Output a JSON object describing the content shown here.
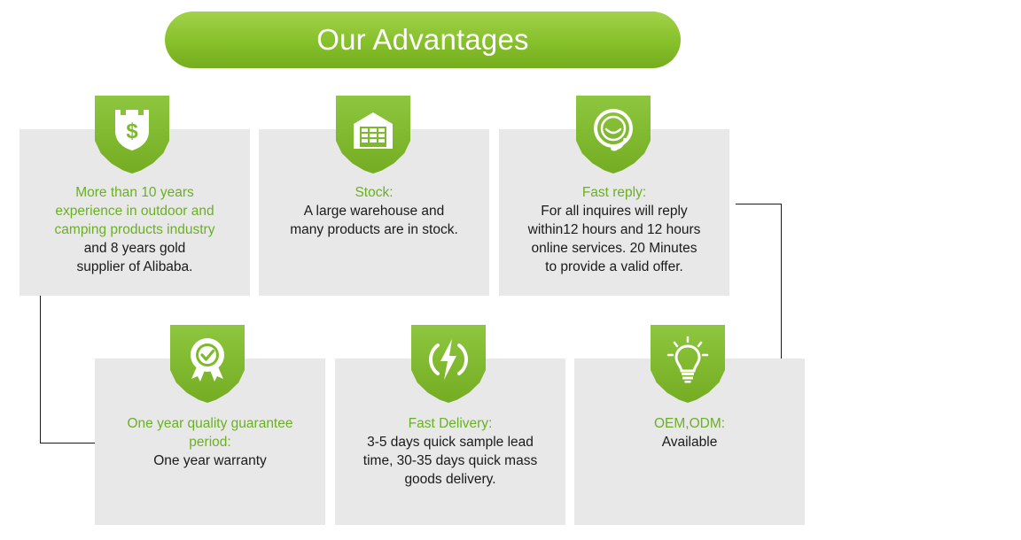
{
  "banner": {
    "title": "Our Advantages"
  },
  "cards": [
    {
      "icon": "shield-dollar-icon",
      "title_lines": [
        "More than 10 years",
        "experience in outdoor and",
        "camping products industry"
      ],
      "body_lines": [
        "and 8 years gold",
        "supplier of Alibaba."
      ]
    },
    {
      "icon": "warehouse-icon",
      "title_lines": [
        "Stock:"
      ],
      "body_lines": [
        "A large warehouse and",
        "many products are in stock."
      ]
    },
    {
      "icon": "headset-icon",
      "title_lines": [
        "Fast reply:"
      ],
      "body_lines": [
        "For all  inquires will reply",
        "within12 hours and 12 hours",
        "online services. 20 Minutes",
        "to provide a valid offer."
      ]
    },
    {
      "icon": "quality-medal-icon",
      "title_lines": [
        "One year quality guarantee",
        "period:"
      ],
      "body_lines": [
        "One year warranty"
      ]
    },
    {
      "icon": "lightning-bolt-icon",
      "title_lines": [
        "Fast Delivery:"
      ],
      "body_lines": [
        "3-5 days quick sample lead",
        "time, 30-35 days quick mass",
        "goods delivery."
      ]
    },
    {
      "icon": "lightbulb-icon",
      "title_lines": [
        "OEM,ODM:"
      ],
      "body_lines": [
        "Available"
      ]
    }
  ],
  "colors": {
    "accent_green": "#7dba2a",
    "title_green": "#6ab023",
    "card_gray": "#e8e8e8",
    "text_dark": "#1a1a1a"
  }
}
